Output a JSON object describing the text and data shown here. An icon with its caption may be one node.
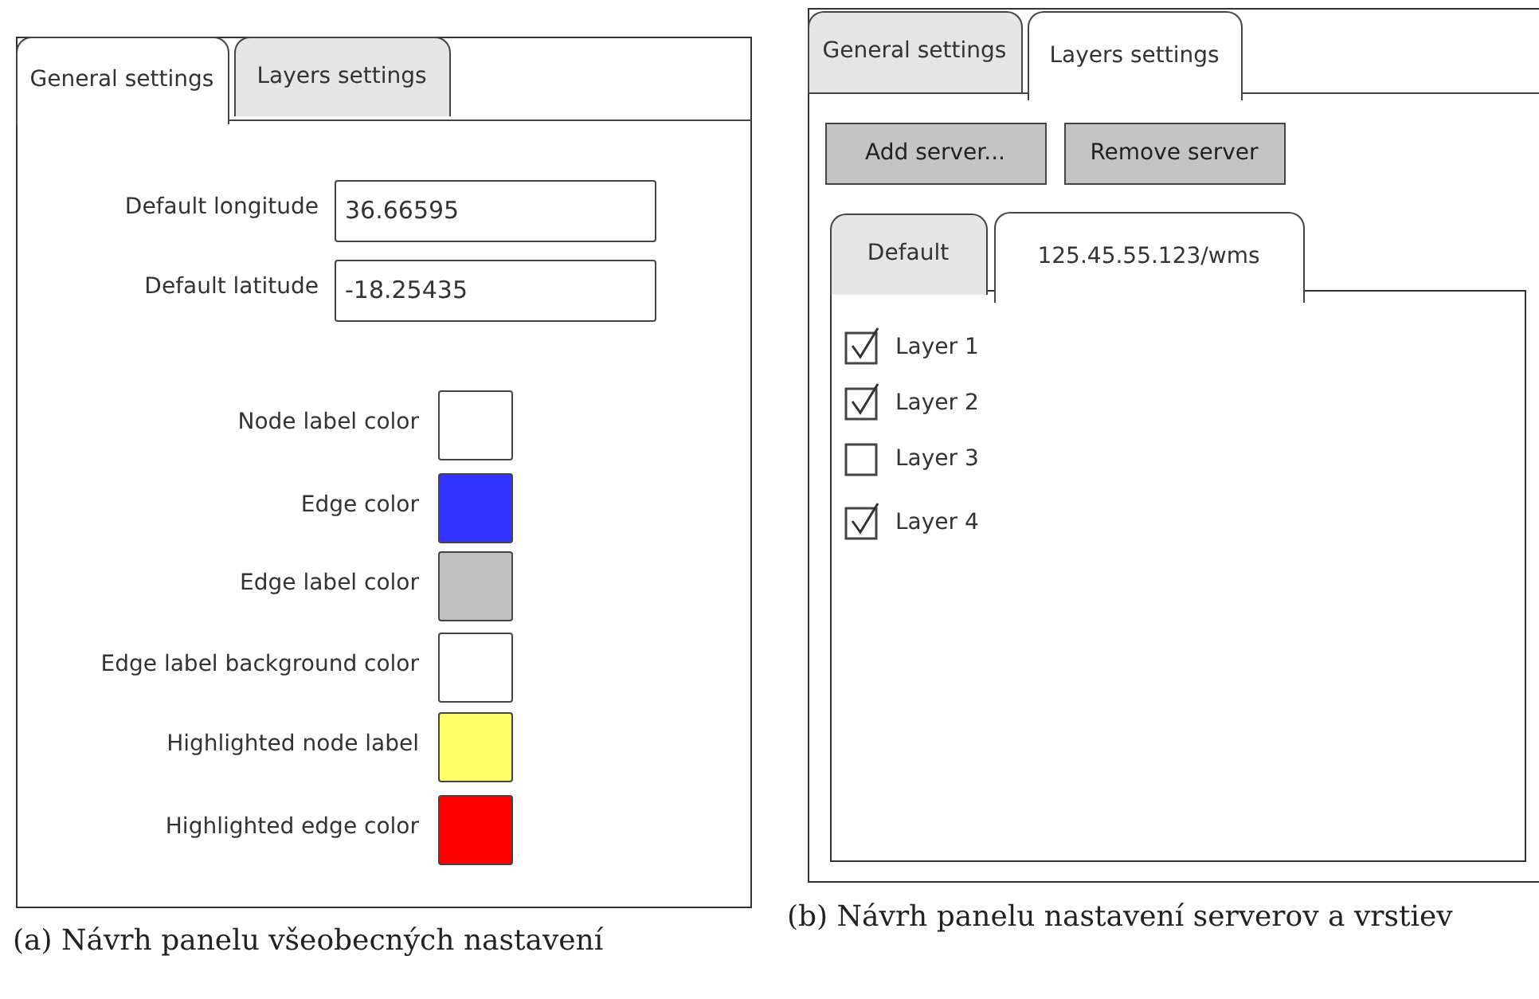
{
  "diagram": {
    "nodes": [
      {
        "text": [],
        "shape": "box"
      },
      {
        "text": [
          "General settings"
        ],
        "in": 0
      },
      {
        "text": [
          "Layers settings"
        ],
        "in": 0
      },
      {
        "text": [
          "36.66595"
        ],
        "in": 0
      },
      {
        "text": [
          "-18.25435"
        ],
        "in": 0
      },
      {
        "text": [],
        "shape": "box"
      },
      {
        "text": [
          "General settings"
        ],
        "in": 5
      },
      {
        "text": [
          "Layers settings"
        ],
        "in": 5
      },
      {
        "text": [
          "Add server..."
        ],
        "in": 5
      },
      {
        "text": [
          "Remove server"
        ],
        "in": 5
      },
      {
        "text": [
          "Default"
        ],
        "in": 5
      },
      {
        "text": [
          "125.45.55.123/wms"
        ],
        "in": 5
      },
      {
        "text": [],
        "shape": "box",
        "in": 5
      }
    ],
    "edges": [],
    "labels": [
      "Default longitude",
      "Default latitude",
      "Layer 1",
      "Layer 2",
      "Layer 3",
      "Layer 4",
      "(a) Návrh panelu všeobecných nastavení",
      "(b) Návrh panelu nastavení serverov a vrstiev"
    ],
    "legend": [
      {
        "text": "Node label color",
        "color": "#ffffff"
      },
      {
        "text": "Edge color",
        "color": "#3333ff"
      },
      {
        "text": "Edge label color",
        "color": "#c0c0c0"
      },
      {
        "text": "Edge label background color",
        "color": "#ffffff"
      },
      {
        "text": "Highlighted node label",
        "color": "#ffff66"
      },
      {
        "text": "Highlighted edge color",
        "color": "#ff0000"
      }
    ]
  }
}
